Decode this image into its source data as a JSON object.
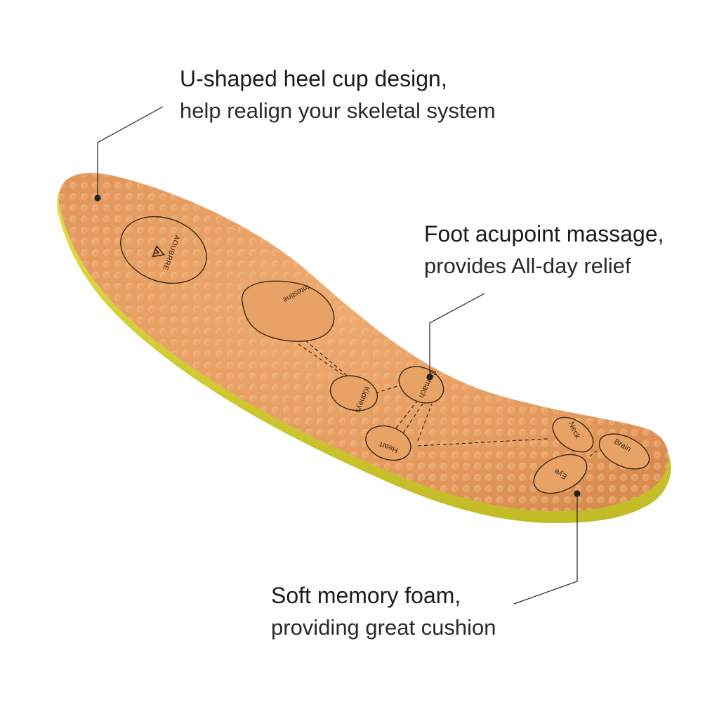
{
  "callouts": {
    "heel": {
      "headline": "U-shaped heel cup design,",
      "detail": "help realign your skeletal system"
    },
    "acupoint": {
      "headline": "Foot acupoint massage,",
      "detail": "provides All-day relief"
    },
    "foam": {
      "headline": "Soft memory foam,",
      "detail": "providing great cushion"
    }
  },
  "insole": {
    "brand": "AOUBRRE",
    "acupoints": [
      "Intestine",
      "Kidneys",
      "Stomach",
      "Heart",
      "Neck",
      "Brain",
      "Eye"
    ]
  },
  "colors": {
    "insole_top": "#e59c61",
    "insole_edge": "#c9cc2c",
    "foam_side": "#d9d43a",
    "outline": "#3a2614",
    "text": "#1d1d1d"
  }
}
